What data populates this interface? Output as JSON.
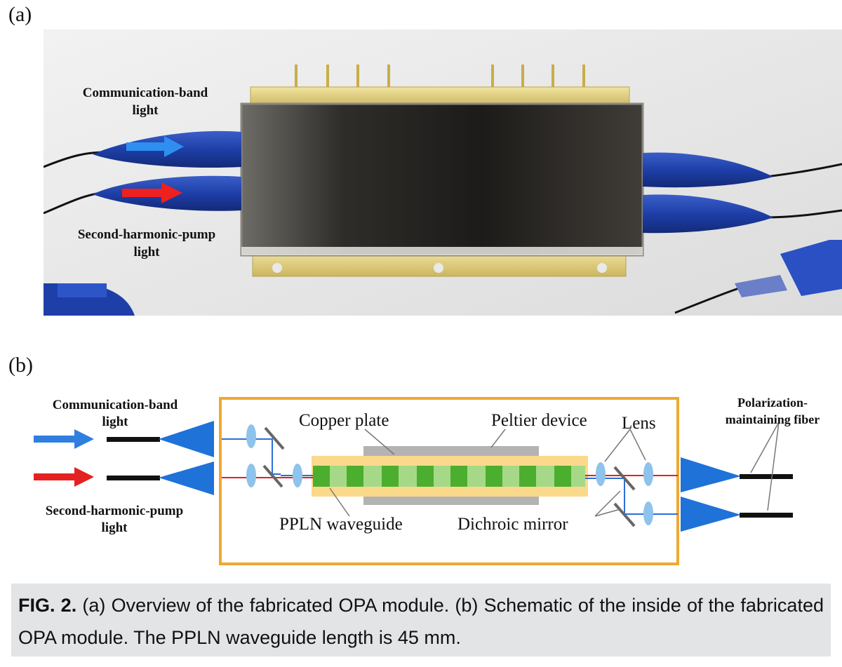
{
  "panel_a": {
    "label": "(a)",
    "input1_label_line1": "Communication-band",
    "input1_label_line2": "light",
    "input2_label_line1": "Second-harmonic-pump",
    "input2_label_line2": "light"
  },
  "panel_b": {
    "label": "(b)",
    "input1_label_line1": "Communication-band",
    "input1_label_line2": "light",
    "input2_label_line1": "Second-harmonic-pump",
    "input2_label_line2": "light",
    "copper_plate": "Copper plate",
    "peltier_device": "Peltier device",
    "lens": "Lens",
    "pm_fiber_line1": "Polarization-",
    "pm_fiber_line2": "maintaining fiber",
    "ppln_waveguide": "PPLN waveguide",
    "dichroic_mirror": "Dichroic mirror"
  },
  "caption": {
    "fig_label": "FIG. 2.",
    "text": " (a) Overview of the fabricated OPA module. (b) Schematic of the inside of the fabricated OPA module. The PPLN waveguide length is 45 mm."
  },
  "colors": {
    "blue_arrow": "#2f7fe0",
    "red_arrow": "#e52020",
    "box_border": "#f0a830",
    "fiber_cone": "#1f72d8",
    "waveguide_dark": "#4cae2e",
    "waveguide_light": "#a6d987",
    "waveguide_bg": "#fbd98a",
    "plate_gray": "#b3b3b3",
    "lens_blue": "#8ec3ec"
  }
}
